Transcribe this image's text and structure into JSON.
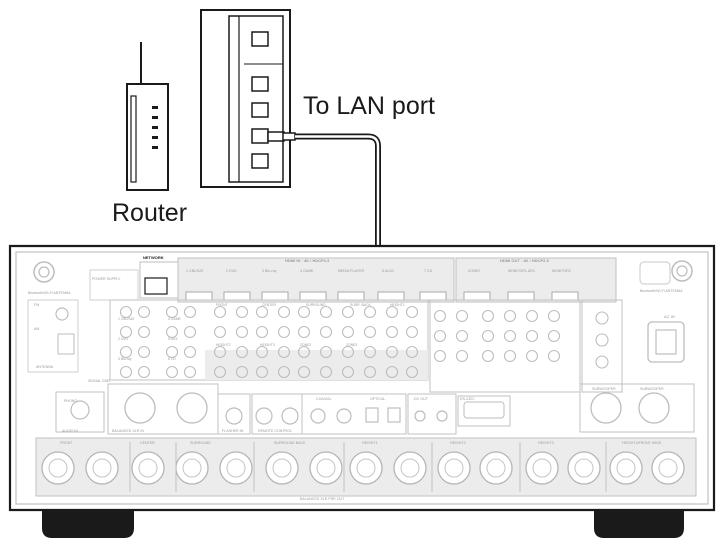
{
  "callouts": {
    "router": "Router",
    "lan_port": "To LAN port"
  },
  "panel": {
    "network_label": "NETWORK",
    "hdmi_in_label": "HDMI IN · 4K / HDCP2.3",
    "hdmi_out_label": "HDMI OUT · 4K / HDCP2.3",
    "hdmi_in_ports": [
      "1 CBL/SAT",
      "2 DVD",
      "3 Blu-ray",
      "4 GAME",
      "MEDIA PLAYER",
      "6 AUX2",
      "7 CD"
    ],
    "hdmi_out_ports": [
      "ZONE2",
      "MONITOR1 ARC",
      "MONITOR2"
    ],
    "left_labels": [
      "FM",
      "AM",
      "ANTENNA",
      "POWER SUPPLY",
      "SIGNAL GND",
      "PHONO",
      "AUDIO IN"
    ],
    "analog_labels": [
      "1 CBL/SAT",
      "2 DVD",
      "3 Blu-ray",
      "4 GAME",
      "5 AUX",
      "6 CD"
    ],
    "preout_labels": [
      "FRONT",
      "CENTER",
      "SURROUND",
      "SURR. BACK",
      "HEIGHT1",
      "HEIGHT2",
      "HEIGHT3",
      "ZONE2",
      "ZONE3"
    ],
    "digital_labels": [
      "COAXIAL",
      "OPTICAL",
      "DC OUT",
      "RS-232C",
      "FLASHER IN",
      "REMOTE CONTROL"
    ],
    "xlr_in_label": "BALANCED XLR IN",
    "xlr_out_labels": [
      "FRONT",
      "CENTER",
      "SURROUND",
      "SURROUND BACK",
      "HEIGHT1",
      "HEIGHT2",
      "HEIGHT3",
      "HEIGHT4/FRONT WIDE"
    ],
    "xlr_out_title": "BALANCED XLR PRE OUT",
    "subwoofer_labels": [
      "SUBWOOFER",
      "SUBWOOFER"
    ],
    "ac_in": "AC IN",
    "antenna_label": "Bluetooth/Wi-Fi ANTENNA"
  },
  "colors": {
    "line": "#1a1a1a",
    "panel_stroke": "#c2c2c2",
    "panel_fill": "#ececec",
    "panel_text": "#9a9a9a",
    "foot": "#1a1a1a"
  }
}
